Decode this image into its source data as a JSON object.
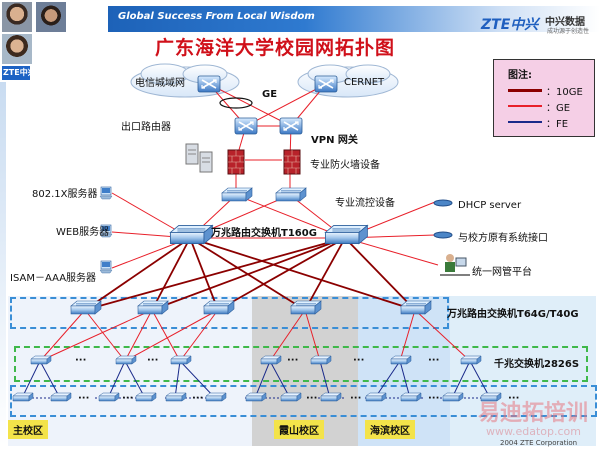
{
  "header": {
    "tagline": "Global Success From Local Wisdom",
    "brand_en": "ZTE中兴",
    "brand_cn": "中兴数据",
    "brand_sub": "成功源于创造性",
    "left_logo": "ZTE中兴"
  },
  "title": "广东海洋大学校园网拓扑图",
  "legend": {
    "title": "图注:",
    "items": [
      {
        "label": "：10GE",
        "color": "#8b0000"
      },
      {
        "label": "：GE",
        "color": "#e8202a"
      },
      {
        "label": "：FE",
        "color": "#1a2a8a"
      }
    ]
  },
  "labels": {
    "telecom": "电信城域网",
    "cernet": "CERNET",
    "ge": "GE",
    "egress": "出口路由器",
    "vpn": "VPN 网关",
    "firewall": "专业防火墙设备",
    "flow": "专业流控设备",
    "core": "万兆路由交换机T160G",
    "dot1x": "802.1X服务器",
    "web": "WEB服务器",
    "isam": "ISAM－AAA服务器",
    "dhcp": "DHCP server",
    "school_if": "与校方原有系统接口",
    "nms": "统一网管平台",
    "agg": "万兆路由交换机T64G/T40G",
    "access": "千兆交换机2826S",
    "dots": "···"
  },
  "campuses": [
    "主校区",
    "霞山校区",
    "海滨校区"
  ],
  "watermark": {
    "brand": "易迪拓培训",
    "url": "www.edatop.com",
    "copyright": "2004 ZTE Corporation"
  }
}
